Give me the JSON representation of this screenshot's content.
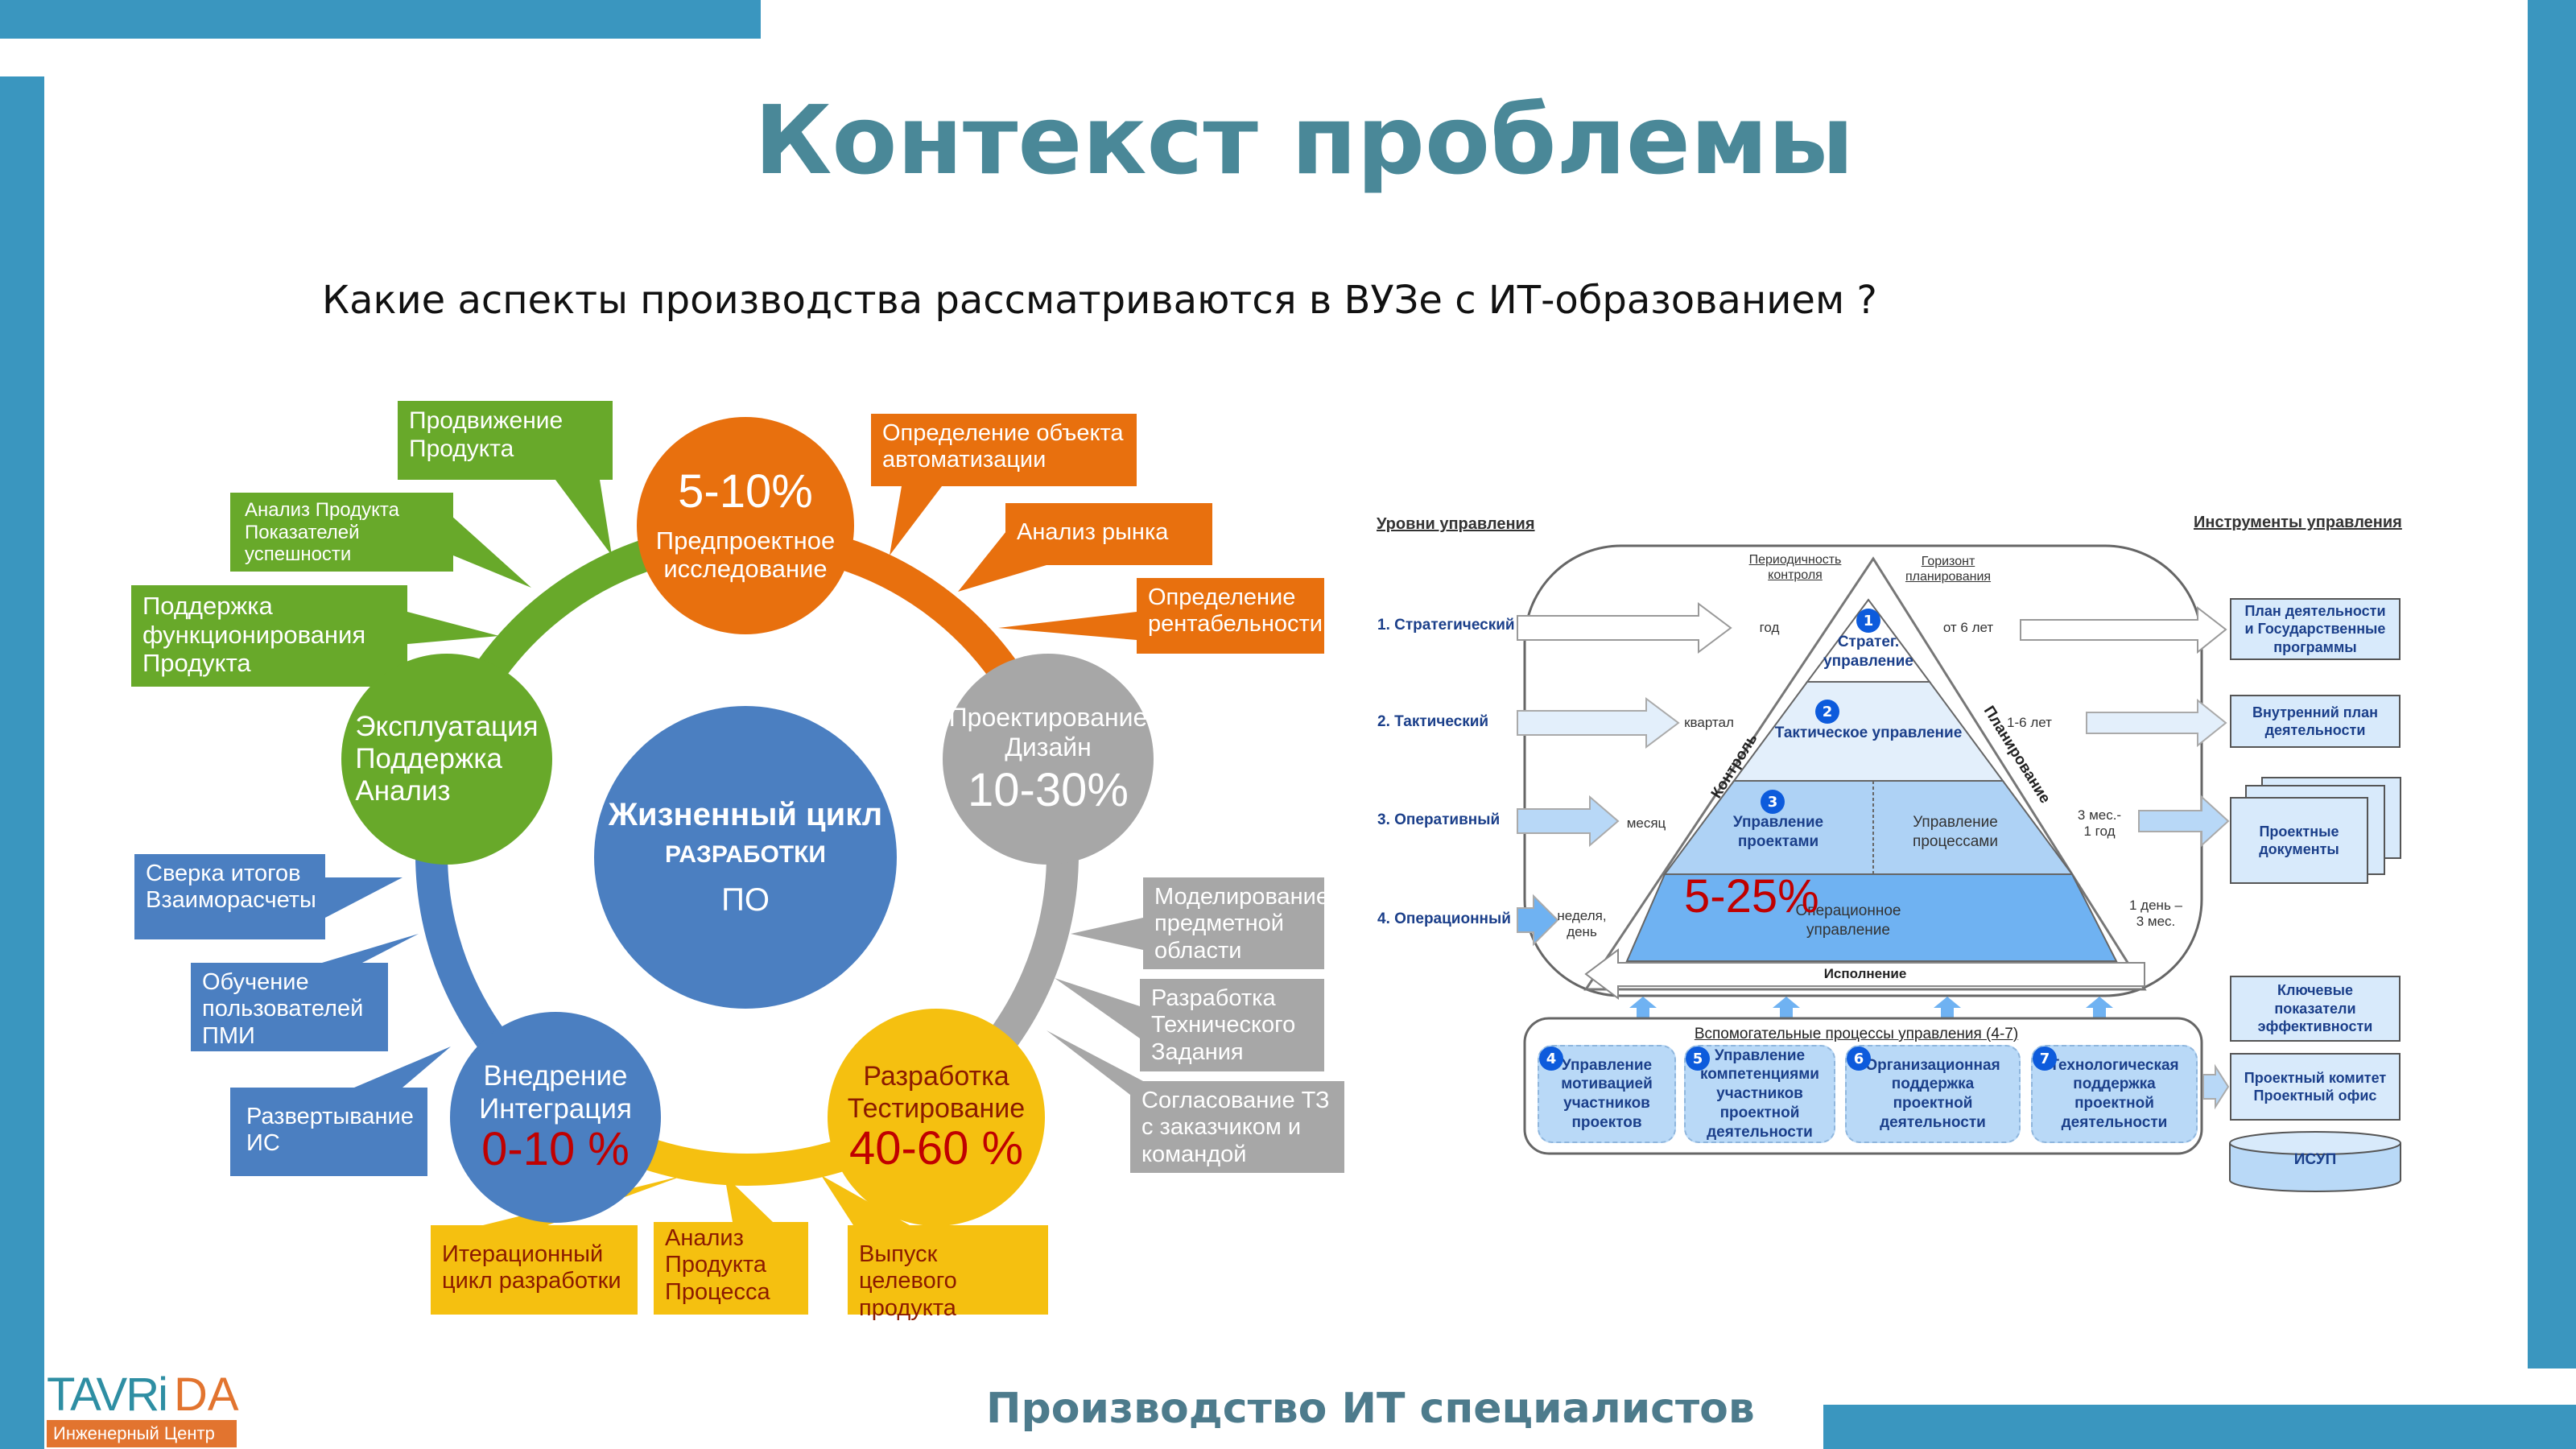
{
  "title": "Контекст проблемы",
  "subtitle": "Какие аспекты производства рассматриваются в ВУЗе с ИТ-образованием ?",
  "footer": "Производство ИТ специалистов",
  "logo": {
    "name": "TAVRiDA",
    "tagline": "Инженерный Центр"
  },
  "colors": {
    "accent": "#3a96bf",
    "title": "#4a8898",
    "green": "#68a92a",
    "orange": "#e8700e",
    "gray": "#a7a7a7",
    "yellow": "#f5c010",
    "blue": "#4b7fc1",
    "percent_red": "#c00000"
  },
  "lifecycle": {
    "center": {
      "line1": "Жизненный цикл",
      "line2": "РАЗРАБОТКИ",
      "line3": "ПО"
    },
    "phases": {
      "research": {
        "name": "Предпроектное\nисследование",
        "percent": "5-10%"
      },
      "design": {
        "name": "Проектирование\nДизайн",
        "percent": "10-30%"
      },
      "development": {
        "name": "Разработка\nТестирование",
        "percent": "40-60 %"
      },
      "deployment": {
        "name": "Внедрение\nИнтеграция",
        "percent": "0-10 %"
      },
      "operation": {
        "name": "Эксплуатация\nПоддержка\nАнализ"
      }
    },
    "callouts": {
      "green": [
        "Продвижение\nПродукта",
        "Анализ Продукта\nПоказателей\nуспешности",
        "Поддержка\nфункционирования\nПродукта"
      ],
      "orange": [
        "Определение объекта\nавтоматизации",
        "Анализ рынка",
        "Определение\nрентабельности"
      ],
      "gray": [
        "Моделирование\nпредметной\nобласти",
        "Разработка\nТехнического\nЗадания",
        "Согласование ТЗ\nс заказчиком и\nкомандой"
      ],
      "yellow": [
        "Итерационный\nцикл разработки",
        "Анализ\nПродукта\nПроцесса",
        "Выпуск целевого\nпродукта"
      ],
      "blue": [
        "Сверка итогов\nВзаиморасчеты",
        "Обучение\nпользователей\nПМИ",
        "Развертывание\nИС"
      ]
    }
  },
  "management": {
    "levels_header": "Уровни управления",
    "tools_header": "Инструменты управления",
    "control_period_header": "Периодичность\nконтроля",
    "planning_horizon_header": "Горизонт\nпланирования",
    "levels": [
      {
        "label": "1. Стратегический",
        "period": "год",
        "horizon": "от 6 лет",
        "layer": "Стратег.\nуправление",
        "tool": "План деятельности\nи Государственные\nпрограммы"
      },
      {
        "label": "2. Тактический",
        "period": "квартал",
        "horizon": "1-6 лет",
        "layer": "Тактическое управление",
        "tool": "Внутренний план\nдеятельности"
      },
      {
        "label": "3. Оперативный",
        "period": "месяц",
        "horizon": "3 мес.-\n1 год",
        "layer": "Управление\nпроектами",
        "layer2": "Управление\nпроцессами",
        "tool": "Проектные\nдокументы"
      },
      {
        "label": "4. Операционный",
        "period": "неделя,\nдень",
        "horizon": "1 день –\n3 мес.",
        "layer": "Операционное\nуправление"
      }
    ],
    "control": "Контроль",
    "planning": "Планирование",
    "execution": "Исполнение",
    "percent": "5-25%",
    "aux_title": "Вспомогательные процессы управления (4-7)",
    "aux": [
      {
        "n": "4",
        "label": "Управление\nмотивацией\nучастников\nпроектов"
      },
      {
        "n": "5",
        "label": "Управление\nкомпетенциями\nучастников\nпроектной\nдеятельности"
      },
      {
        "n": "6",
        "label": "Организационная\nподдержка\nпроектной\nдеятельности"
      },
      {
        "n": "7",
        "label": "Технологическая\nподдержка\nпроектной\nдеятельности"
      }
    ],
    "tools_extra": [
      "Ключевые\nпоказатели\nэффективности",
      "Проектный комитет\nПроектный офис",
      "ИСУП"
    ],
    "layer_numbers": [
      "1",
      "2",
      "3"
    ]
  }
}
